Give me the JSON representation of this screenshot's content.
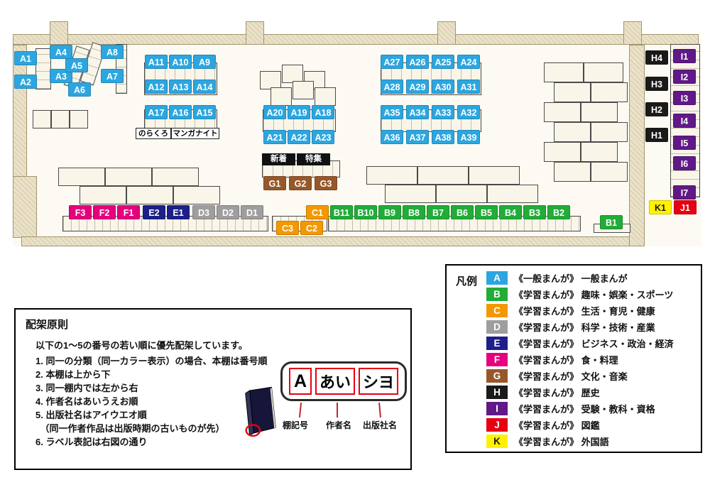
{
  "map": {
    "shelf_labels": [
      "A1",
      "A2",
      "A3",
      "A4",
      "A5",
      "A6",
      "A7",
      "A8",
      "A9",
      "A10",
      "A11",
      "A12",
      "A13",
      "A14",
      "A15",
      "A16",
      "A17",
      "A18",
      "A19",
      "A20",
      "A21",
      "A22",
      "A23",
      "A24",
      "A25",
      "A26",
      "A27",
      "A28",
      "A29",
      "A30",
      "A31",
      "A32",
      "A33",
      "A34",
      "A35",
      "A36",
      "A37",
      "A38",
      "A39",
      "B1",
      "B2",
      "B3",
      "B4",
      "B5",
      "B6",
      "B7",
      "B8",
      "B9",
      "B10",
      "B11",
      "C1",
      "C2",
      "C3",
      "D1",
      "D2",
      "D3",
      "E1",
      "E2",
      "F1",
      "F2",
      "F3",
      "G1",
      "G2",
      "G3",
      "H1",
      "H2",
      "H3",
      "H4",
      "I1",
      "I2",
      "I3",
      "I4",
      "I5",
      "I6",
      "I7",
      "J1",
      "K1"
    ],
    "special_labels": {
      "norakuro": "のらくろ",
      "manga_night": "マンガナイト",
      "new_arrivals": "新着",
      "feature": "特集"
    }
  },
  "legend": {
    "title": "凡例",
    "items": [
      {
        "code": "A",
        "color": "#2ca6e0",
        "text_color": "#ffffff",
        "category": "《一般まんが》",
        "label": "一般まんが"
      },
      {
        "code": "B",
        "color": "#22ac38",
        "text_color": "#ffffff",
        "category": "《学習まんが》",
        "label": "趣味・娯楽・スポーツ"
      },
      {
        "code": "C",
        "color": "#f39800",
        "text_color": "#ffffff",
        "category": "《学習まんが》",
        "label": "生活・育児・健康"
      },
      {
        "code": "D",
        "color": "#9e9e9f",
        "text_color": "#ffffff",
        "category": "《学習まんが》",
        "label": "科学・技術・産業"
      },
      {
        "code": "E",
        "color": "#1d2088",
        "text_color": "#ffffff",
        "category": "《学習まんが》",
        "label": "ビジネス・政治・経済"
      },
      {
        "code": "F",
        "color": "#e4007f",
        "text_color": "#ffffff",
        "category": "《学習まんが》",
        "label": "食・料理"
      },
      {
        "code": "G",
        "color": "#96582a",
        "text_color": "#ffffff",
        "category": "《学習まんが》",
        "label": "文化・音楽"
      },
      {
        "code": "H",
        "color": "#1a1a1a",
        "text_color": "#ffffff",
        "category": "《学習まんが》",
        "label": "歴史"
      },
      {
        "code": "I",
        "color": "#601986",
        "text_color": "#ffffff",
        "category": "《学習まんが》",
        "label": "受験・教科・資格"
      },
      {
        "code": "J",
        "color": "#e60012",
        "text_color": "#ffffff",
        "category": "《学習まんが》",
        "label": "図鑑"
      },
      {
        "code": "K",
        "color": "#fff100",
        "text_color": "#1a1a1a",
        "category": "《学習まんが》",
        "label": "外国語"
      }
    ]
  },
  "principles": {
    "title": "配架原則",
    "intro": "以下の1～5の番号の若い順に優先配架しています。",
    "rules": [
      "1. 同一の分類（同一カラー表示）の場合、本棚は番号順",
      "2. 本棚は上から下",
      "3. 同一棚内では左から右",
      "4. 作者名はあいうえお順",
      "5. 出版社名はアイウエオ順",
      "　（同一作者作品は出版時期の古いものが先）",
      "6. ラベル表記は右図の通り"
    ],
    "label_example": {
      "shelf_code": "A",
      "author": "あい",
      "publisher": "シヨ",
      "captions": [
        "棚記号",
        "作者名",
        "出版社名"
      ]
    }
  }
}
